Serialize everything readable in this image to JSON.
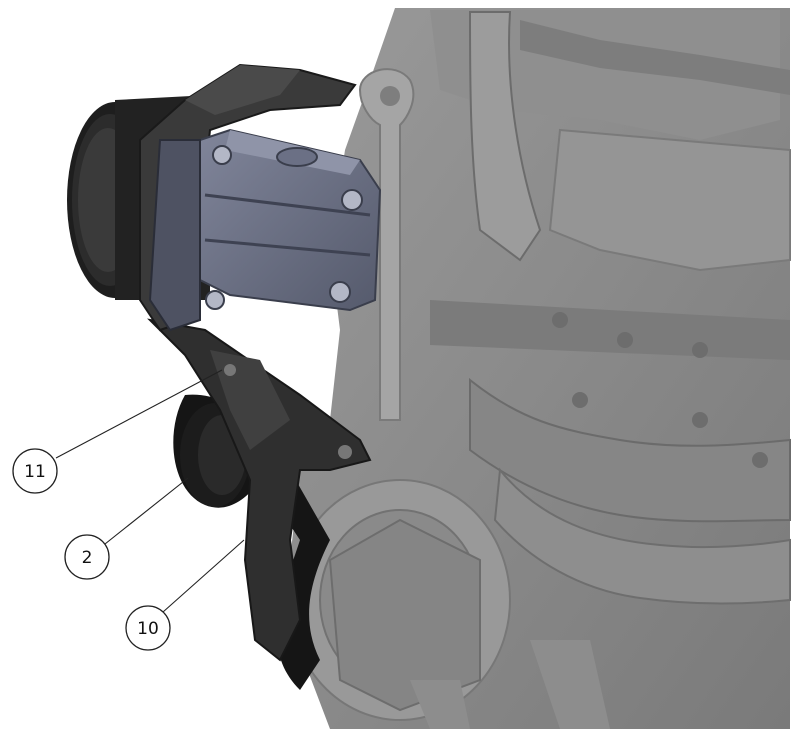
{
  "figure": {
    "callouts": [
      {
        "id": "11",
        "label": "11"
      },
      {
        "id": "2",
        "label": "2"
      },
      {
        "id": "10",
        "label": "10"
      }
    ]
  },
  "colors": {
    "background": "#ffffff",
    "engine_gray": "#8a8a8a",
    "engine_light": "#a4a4a4",
    "engine_dark": "#6f6f6f",
    "bracket_dark": "#2b2b2b",
    "pump_blue": "#5f6478",
    "pump_blue_light": "#7c8196",
    "belt_black": "#151515"
  }
}
